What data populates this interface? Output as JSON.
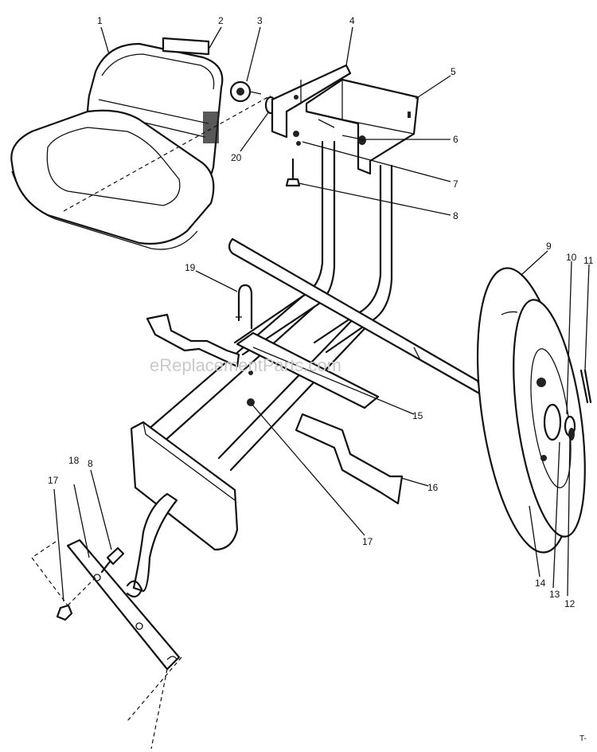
{
  "watermark": "eReplacementParts.com",
  "corner_mark": "T-",
  "callouts": [
    "1",
    "2",
    "3",
    "4",
    "5",
    "6",
    "7",
    "8",
    "9",
    "10",
    "11",
    "20",
    "19",
    "15",
    "16",
    "17",
    "17",
    "18",
    "8",
    "14",
    "13",
    "12"
  ]
}
